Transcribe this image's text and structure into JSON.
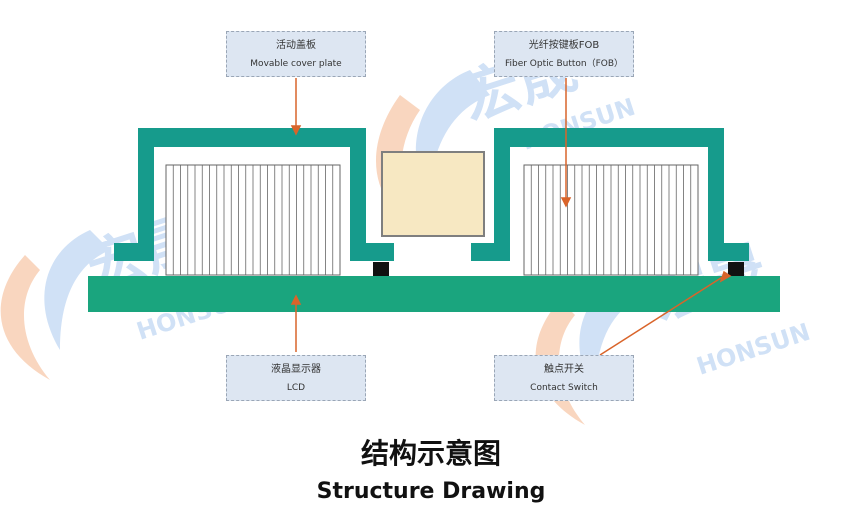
{
  "labels": {
    "cover": {
      "zh": "活动盖板",
      "en": "Movable cover plate"
    },
    "fob": {
      "zh": "光纤按键板FOB",
      "en": "Fiber Optic Button（FOB）"
    },
    "lcd": {
      "zh": "液晶显示器",
      "en": "LCD"
    },
    "switch": {
      "zh": "触点开关",
      "en": "Contact Switch"
    }
  },
  "caption": {
    "zh": "结构示意图",
    "en": "Structure Drawing"
  },
  "watermark": {
    "zh": "宏晟",
    "en": "HONSUN"
  },
  "colors": {
    "teal": "#169b8c",
    "base_green": "#1aa57e",
    "lcd_stripes": "#666666",
    "fob_fill": "#f7e8c2",
    "switch_black": "#111111",
    "arrow": "#d9642a",
    "label_bg": "#dde6f2",
    "label_border": "#9aa6b6",
    "watermark_blue": "#a9c8ee",
    "watermark_orange": "#f4b48a"
  }
}
